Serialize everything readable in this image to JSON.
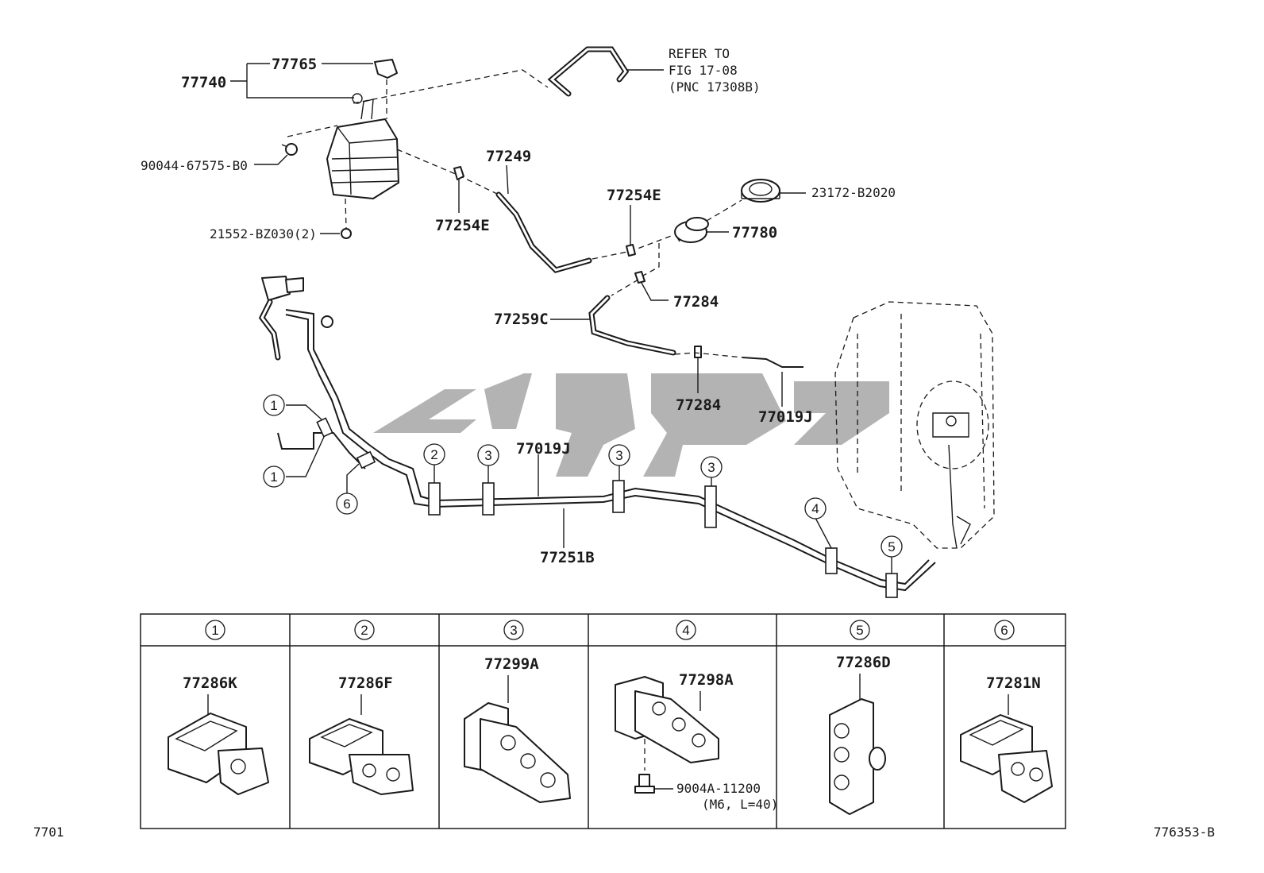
{
  "parts": {
    "p77740": "77740",
    "p77765": "77765",
    "p90044": "90044-67575-B0",
    "p21552": "21552-BZ030(2)",
    "p77254e_a": "77254E",
    "p77249": "77249",
    "p77254e_b": "77254E",
    "p23172": "23172-B2020",
    "p77780": "77780",
    "p77284_a": "77284",
    "p77259c": "77259C",
    "p77284_b": "77284",
    "p77019j_a": "77019J",
    "p77019j_b": "77019J",
    "p77251b": "77251B"
  },
  "refer": {
    "line1": "REFER TO",
    "line2": "FIG 17-08",
    "line3": "(PNC 17308B)"
  },
  "callouts": {
    "c1a": "1",
    "c1b": "1",
    "c2": "2",
    "c3a": "3",
    "c3b": "3",
    "c3c": "3",
    "c4": "4",
    "c5": "5",
    "c6": "6"
  },
  "table": {
    "headers": [
      "1",
      "2",
      "3",
      "4",
      "5",
      "6"
    ],
    "cells": [
      "77286K",
      "77286F",
      "77299A",
      "77298A",
      "77286D",
      "77281N"
    ],
    "bolt_part": "9004A-11200",
    "bolt_spec": "(M6, L=40)"
  },
  "footer": {
    "left_code": "7701",
    "right_code": "776353-B"
  }
}
